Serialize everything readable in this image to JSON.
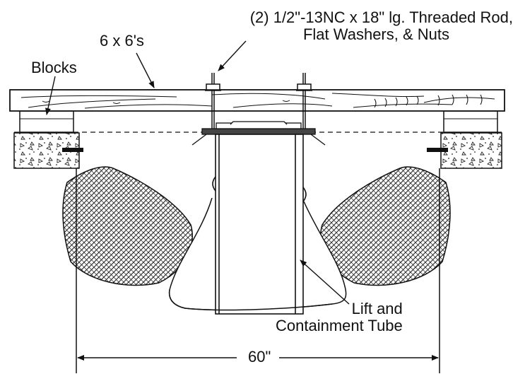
{
  "labels": {
    "threaded_rod_line1": "(2) 1/2\"-13NC x 18\" lg. Threaded Rod,",
    "threaded_rod_line2": "Flat Washers, & Nuts",
    "beams": "6 x 6's",
    "blocks": "Blocks",
    "tube_line1": "Lift and",
    "tube_line2": "Containment Tube",
    "dimension": "60\""
  }
}
